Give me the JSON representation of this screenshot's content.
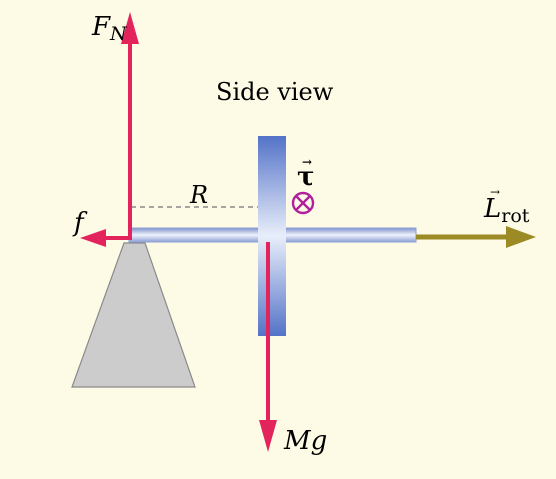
{
  "caption": "Side view",
  "labels": {
    "normal_force_main": "F",
    "normal_force_sub": "N",
    "friction": "f",
    "radius": "R",
    "torque": "τ",
    "torque_direction": "⊗",
    "angular_momentum_main": "L",
    "angular_momentum_sub": "rot",
    "weight": "Mg"
  },
  "colors": {
    "force_arrow": "#e3245c",
    "momentum_arrow": "#9c8a25",
    "support": "#cccccc",
    "disk": "#5876c8",
    "axle": "#b4c3ec",
    "torque_symbol": "#b0209c",
    "background": "#fdfbe6"
  }
}
